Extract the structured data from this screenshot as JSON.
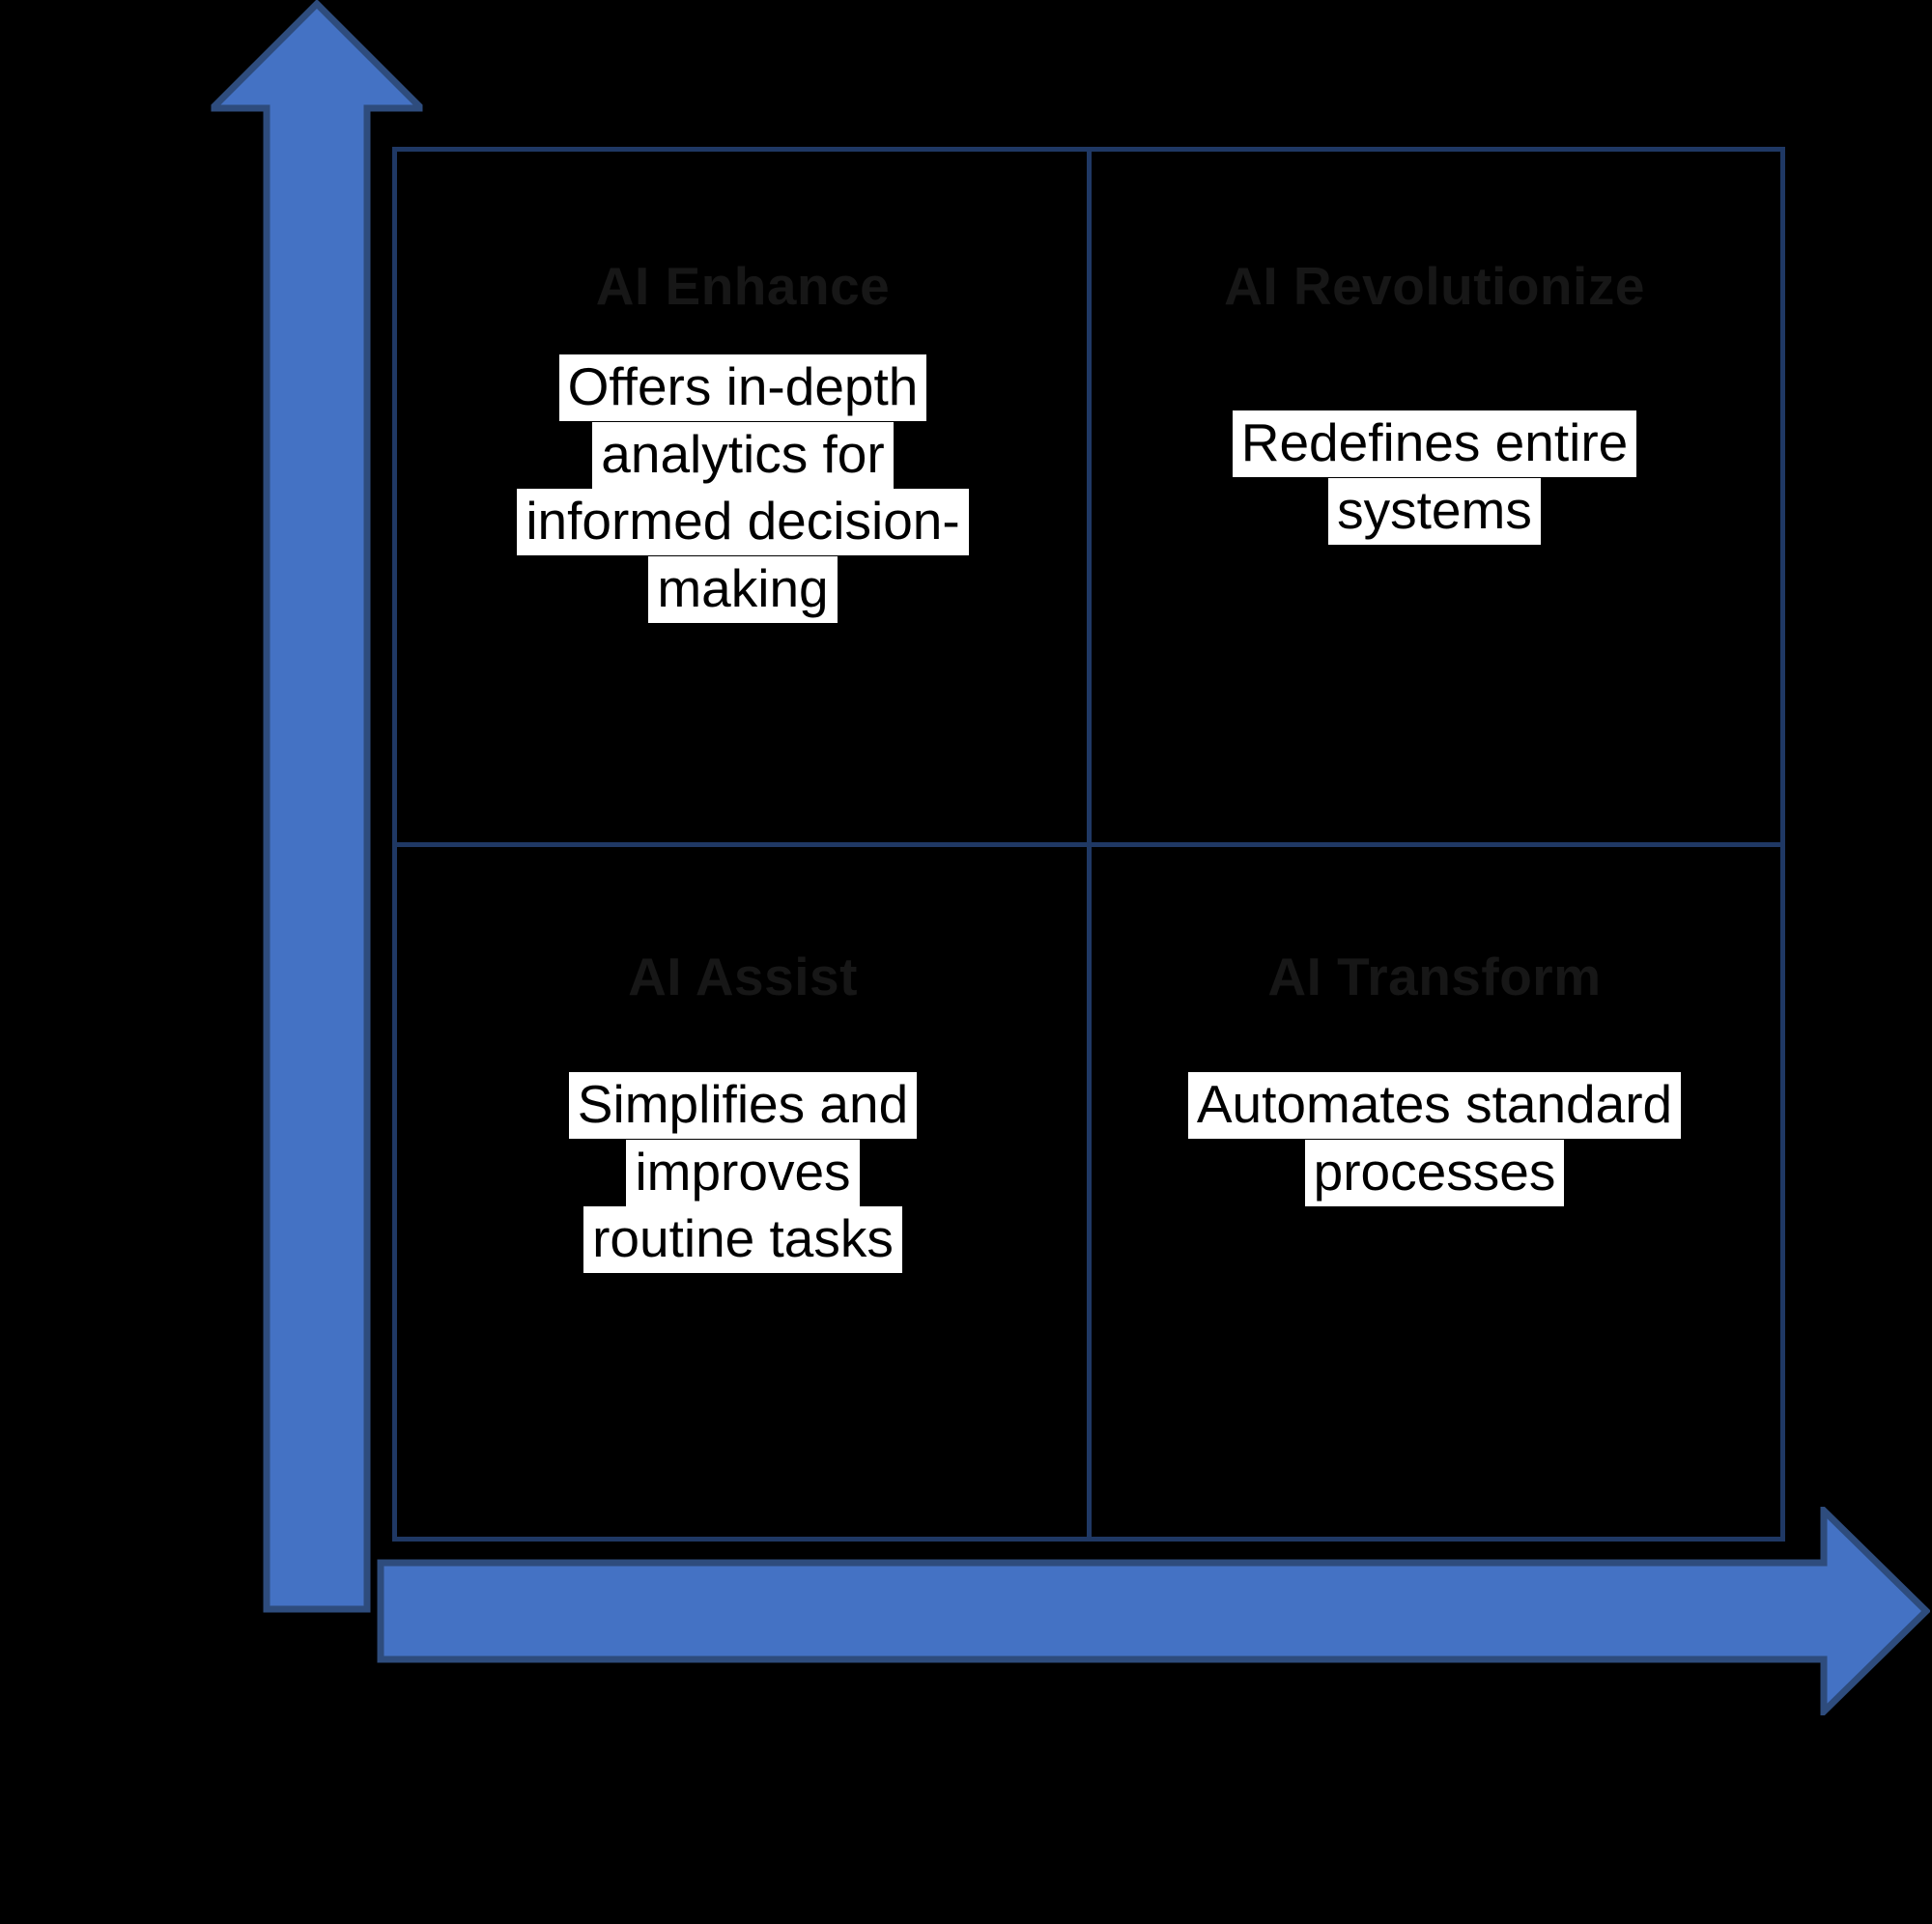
{
  "diagram": {
    "type": "2x2-matrix",
    "colors": {
      "background": "#000000",
      "arrow_fill": "#4472C4",
      "arrow_stroke": "#2E4C7D",
      "grid_border": "#1F3864",
      "title_text": "#171717",
      "body_text": "#000000",
      "body_highlight": "#FFFFFF"
    },
    "axes": {
      "y_axis": {
        "icon": "up-arrow-icon",
        "label": ""
      },
      "x_axis": {
        "icon": "right-arrow-icon",
        "label": ""
      }
    },
    "quadrants": [
      {
        "position": "top-left",
        "title": "AI Enhance",
        "body": "Offers in-depth analytics for informed decision-making",
        "body_lines": [
          "Offers in-depth",
          "analytics for",
          "informed decision-",
          "making"
        ]
      },
      {
        "position": "top-right",
        "title": "AI Revolutionize",
        "body": "Redefines entire systems",
        "body_lines": [
          "Redefines entire",
          "systems"
        ]
      },
      {
        "position": "bottom-left",
        "title": "AI Assist",
        "body": "Simplifies and improves routine  tasks",
        "body_lines": [
          "Simplifies and",
          "improves",
          "routine  tasks"
        ]
      },
      {
        "position": "bottom-right",
        "title": "AI Transform",
        "body": "Automates standard processes",
        "body_lines": [
          "Automates standard",
          "processes"
        ]
      }
    ]
  }
}
